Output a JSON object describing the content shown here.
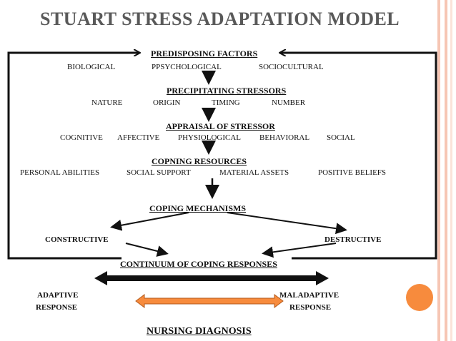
{
  "title": "STUART STRESS ADAPTATION MODEL",
  "predisposing": {
    "heading": "PREDISPOSING FACTORS",
    "items": [
      "BIOLOGICAL",
      "PPSYCHOLOGICAL",
      "SOCIOCULTURAL"
    ]
  },
  "precipitating": {
    "heading": "PRECIPITATING STRESSORS",
    "items": [
      "NATURE",
      "ORIGIN",
      "TIMING",
      "NUMBER"
    ]
  },
  "appraisal": {
    "heading": "APPRAISAL OF STRESSOR",
    "items": [
      "COGNITIVE",
      "AFFECTIVE",
      "PHYSIOLOGICAL",
      "BEHAVIORAL",
      "SOCIAL"
    ]
  },
  "resources": {
    "heading": "COPNING RESOURCES",
    "items": [
      "PERSONAL ABILITIES",
      "SOCIAL SUPPORT",
      "MATERIAL ASSETS",
      "POSITIVE BELIEFS"
    ]
  },
  "mechanisms": {
    "heading": "COPING MECHANISMS",
    "constructive": "CONSTRUCTIVE",
    "destructive": "DESTRUCTIVE"
  },
  "continuum": {
    "heading": "CONTINUUM OF COPING RESPONSES",
    "adaptive_line1": "ADAPTIVE",
    "adaptive_line2": "RESPONSE",
    "maladaptive_line1": "MALADAPTIVE",
    "maladaptive_line2": "RESPONSE"
  },
  "diagnosis": "NURSING DIAGNOSIS",
  "colors": {
    "accent_orange": "#f78b3d",
    "stripe": "#f6c6b4",
    "title_gray": "#595959"
  }
}
